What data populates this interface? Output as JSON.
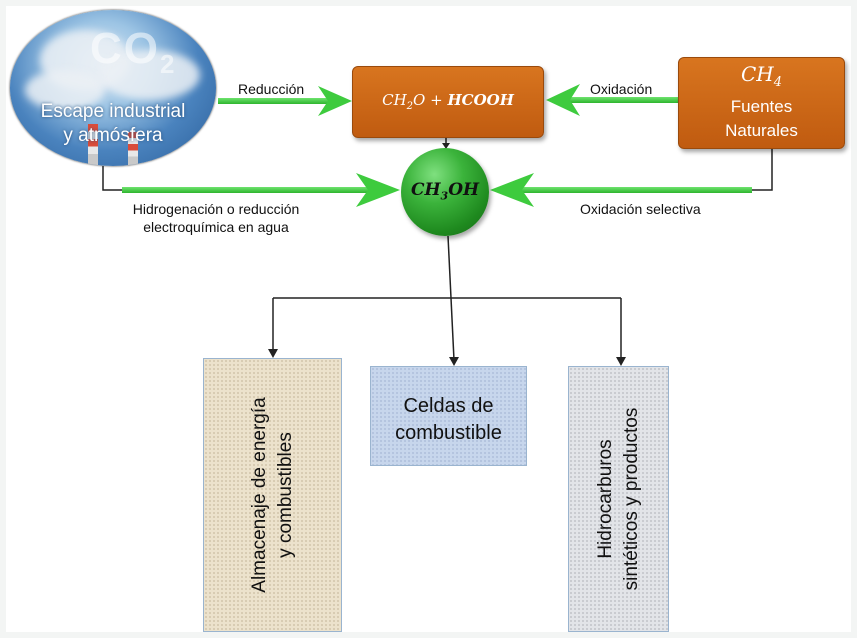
{
  "co2_node": {
    "formula_mark": "CO",
    "formula_sub": "2",
    "label_line1": "Escape industrial",
    "label_line2": "y atmósfera"
  },
  "formula_node": {
    "part1": "CH",
    "part1_sub": "2",
    "part1_rest": "O + ",
    "part2": "HCOOH"
  },
  "ch4_node": {
    "formula": "CH",
    "formula_sub": "4",
    "line1": "Fuentes",
    "line2": "Naturales"
  },
  "methanol_node": {
    "formula": "CH",
    "formula_sub": "3",
    "formula_rest": "OH"
  },
  "arrows": {
    "reduccion": "Reducción",
    "oxidacion": "Oxidación",
    "hidrogenacion_line1": "Hidrogenación o reducción",
    "hidrogenacion_line2": "electroquímica en agua",
    "oxidacion_selectiva": "Oxidación selectiva"
  },
  "outputs": {
    "energy": "Almacenaje de energía\ny combustibles",
    "cells": "Celdas de\ncombustible",
    "hydrocarbons": "Hidrocarburos\nsintéticos y productos"
  },
  "colors": {
    "orange": "#c8631a",
    "green_arrow": "#3ecb3e",
    "sphere": "#2fa02f"
  }
}
